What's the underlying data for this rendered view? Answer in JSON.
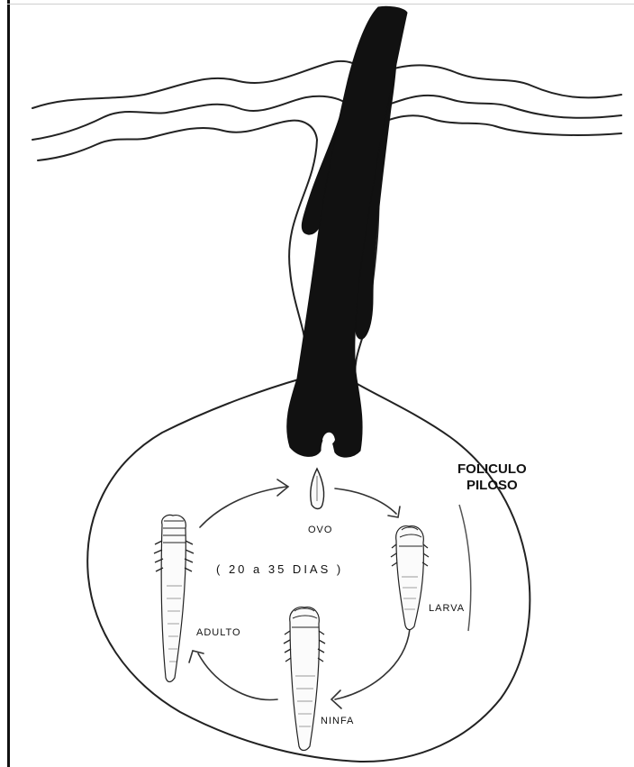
{
  "structure_label": [
    "FOLICULO",
    "PILOSO"
  ],
  "stages": {
    "egg": "OVO",
    "larva": "LARVA",
    "nymph": "NINFA",
    "adult": "ADULTO"
  },
  "duration": "( 20 a 35 DIAS )"
}
